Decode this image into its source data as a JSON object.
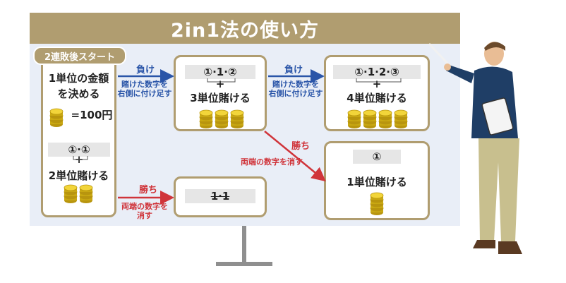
{
  "title": "2in1法の使い方",
  "start_label": "2連敗後スタート",
  "box1": {
    "line1": "1単位の金額",
    "line2": "を決める",
    "amount": "=100円",
    "seq": "①·①",
    "plus": "+",
    "bet": "2単位賭ける"
  },
  "box2": {
    "seq": "①·1·②",
    "plus": "+",
    "bet": "3単位賭ける"
  },
  "box3": {
    "seq": "①·1·2·③",
    "plus": "+",
    "bet": "4単位賭ける"
  },
  "box4": {
    "seq": "①",
    "bet": "1単位賭ける"
  },
  "box5": {
    "seq": "1·1"
  },
  "arrow1": {
    "label": "負け",
    "note1": "賭けた数字を",
    "note2": "右側に付け足す"
  },
  "arrow2": {
    "label": "負け",
    "note1": "賭けた数字を",
    "note2": "右側に付け足す"
  },
  "arrow3": {
    "label": "勝ち",
    "note": "両端の数字を消す"
  },
  "arrow4": {
    "label": "勝ち",
    "note1": "両端の数字を",
    "note2": "消す"
  },
  "colors": {
    "title_bar": "#b09d70",
    "win": "#d0343a",
    "lose": "#2a55a8",
    "coin": "#e3c21a"
  }
}
